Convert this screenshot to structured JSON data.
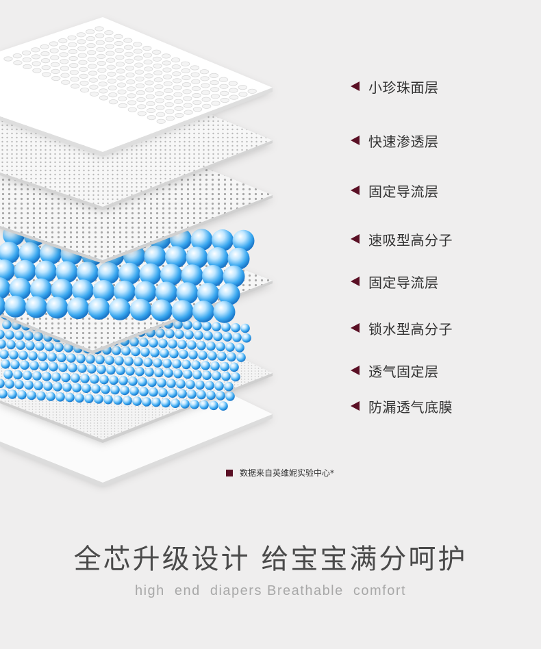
{
  "layers": [
    {
      "name": "小珍珠面层"
    },
    {
      "name": "快速渗透层"
    },
    {
      "name": "固定导流层"
    },
    {
      "name": "速吸型高分子"
    },
    {
      "name": "固定导流层"
    },
    {
      "name": "锁水型高分子"
    },
    {
      "name": "透气固定层"
    },
    {
      "name": "防漏透气底膜"
    }
  ],
  "note": "数据来自英维妮实验中心*",
  "headline": "全芯升级设计 给宝宝满分呵护",
  "subline": "high  end  diapers Breathable  comfort",
  "colors": {
    "background": "#efeeee",
    "marker": "#5a0f24",
    "headline": "#4a4a4a",
    "subline": "#a8a8a8",
    "bead_blue": "#3aa8f0"
  }
}
